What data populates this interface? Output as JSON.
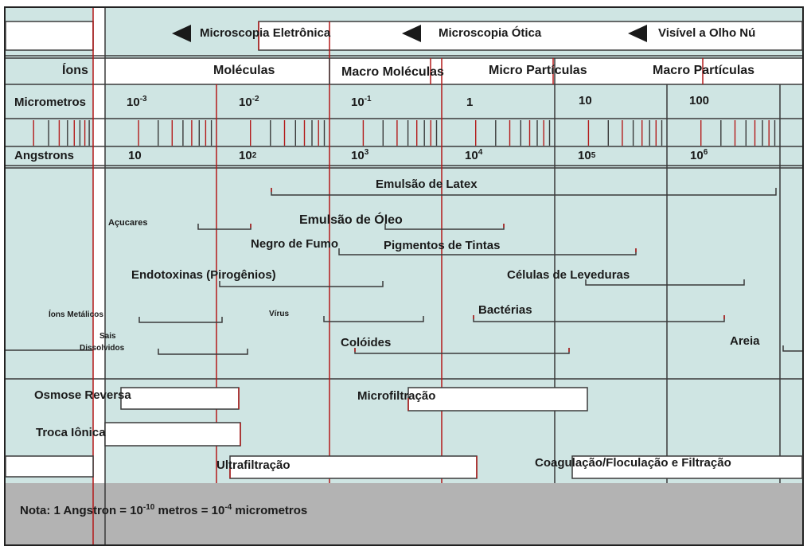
{
  "colors": {
    "panel": "#cfe5e3",
    "grid": "#3a3a3a",
    "accent": "#b31a1a",
    "note_bg": "#b3b3b3",
    "white": "#ffffff"
  },
  "header": {
    "electronic": "Microscopia Eletrônica",
    "optical": "Microscopia Ótica",
    "naked_eye": "Visível a Olho Nú"
  },
  "categories": {
    "ions": "Íons",
    "molecules": "Moléculas",
    "macro_molecules": "Macro Moléculas",
    "micro_particles": "Micro Partículas",
    "macro_particles": "Macro Partículas"
  },
  "scale": {
    "micrometers_label": "Micrometros",
    "angstroms_label": "Angstrons",
    "micrometers": [
      {
        "base": "10",
        "exp": "-3"
      },
      {
        "base": "10",
        "exp": "-2"
      },
      {
        "base": "10",
        "exp": "-1"
      },
      {
        "base": "1",
        "exp": ""
      },
      {
        "base": "10",
        "exp": ""
      },
      {
        "base": "100",
        "exp": ""
      }
    ],
    "angstroms": [
      {
        "base": "10",
        "exp": ""
      },
      {
        "base": "10",
        "exp": "2"
      },
      {
        "base": "10",
        "exp": "3"
      },
      {
        "base": "10",
        "exp": "4"
      },
      {
        "base": "10",
        "exp": "5"
      },
      {
        "base": "10",
        "exp": "6"
      }
    ]
  },
  "particles": {
    "latex": "Emulsão de Latex",
    "sugars": "Açucares",
    "oil": "Emulsão de Óleo",
    "carbon_black": "Negro de Fumo",
    "paint_pigments": "Pigmentos de Tintas",
    "endotoxins": "Endotoxinas (Pirogênios)",
    "yeast": "Células de Leveduras",
    "metal_ions": "Íons Metálicos",
    "virus": "Vírus",
    "bacteria": "Bactérias",
    "salts_1": "Sais",
    "salts_2": "Dissolvidos",
    "colloids": "Colóides",
    "sand": "Areia"
  },
  "processes": {
    "reverse_osmosis": "Osmose Reversa",
    "microfiltration": "Microfiltração",
    "ion_exchange": "Troca Iônica",
    "ultrafiltration": "Ultrafiltração",
    "coagulation": "Coagulação/Floculação e Filtração"
  },
  "note": {
    "prefix": "Nota: 1 Angstron = 10",
    "exp1": "-10",
    "middle": " metros = 10",
    "exp2": "-4",
    "suffix": " micrometros"
  }
}
